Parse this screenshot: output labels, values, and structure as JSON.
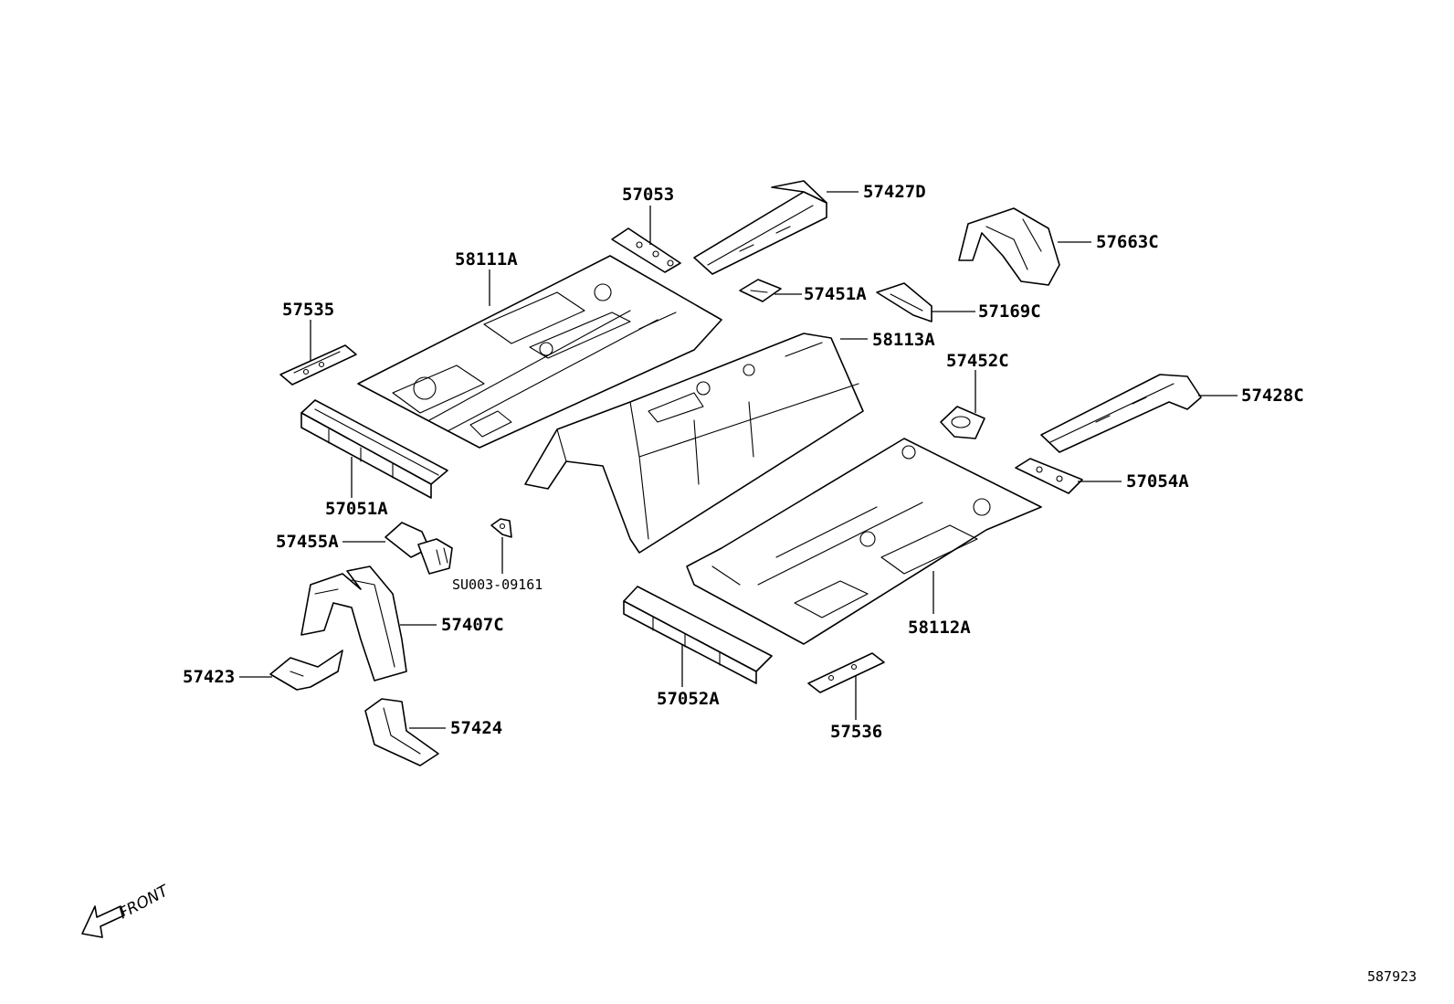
{
  "parts": {
    "p57053": "57053",
    "p57427D": "57427D",
    "p57663C": "57663C",
    "p58111A": "58111A",
    "p57535": "57535",
    "p57451A": "57451A",
    "p57169C": "57169C",
    "p58113A": "58113A",
    "p57452C": "57452C",
    "p57428C": "57428C",
    "p57054A": "57054A",
    "p57051A": "57051A",
    "p57455A": "57455A",
    "pSU003": "SU003-09161",
    "p57407C": "57407C",
    "p58112A": "58112A",
    "p57423": "57423",
    "p57052A": "57052A",
    "p57424": "57424",
    "p57536": "57536"
  },
  "direction": {
    "label": "FRONT",
    "icon": "front-arrow-icon"
  },
  "diagram_id": "587923"
}
